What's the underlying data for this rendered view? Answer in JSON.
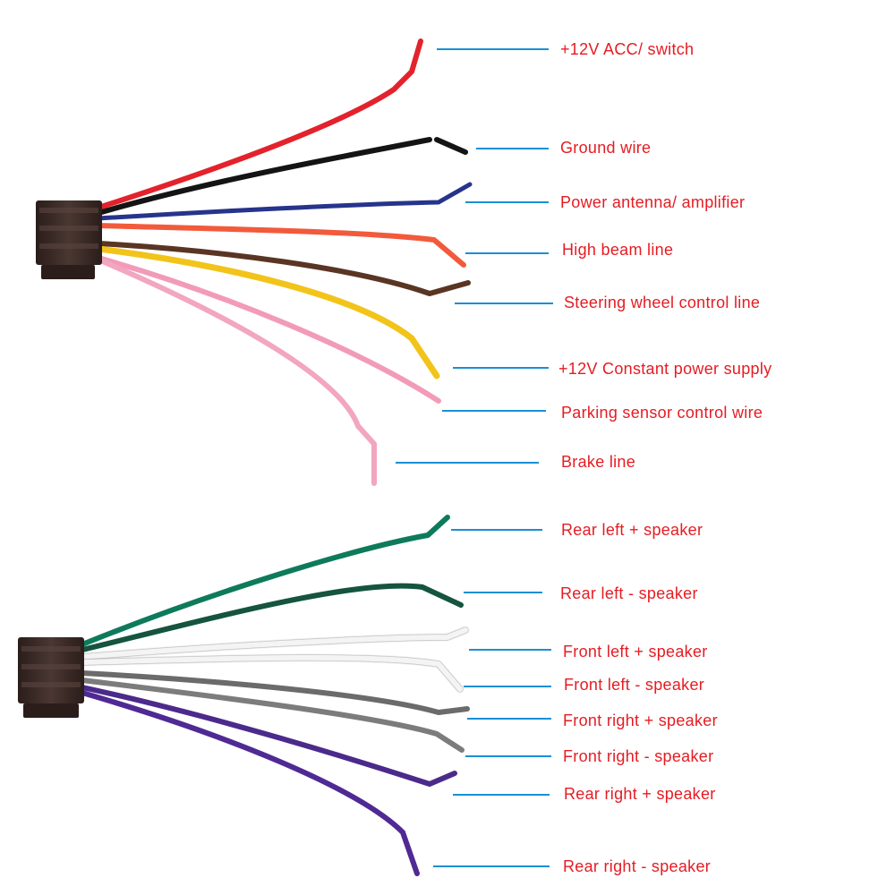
{
  "panels": [
    {
      "name": "power-harness",
      "wires": [
        {
          "label": "+12V ACC/ switch",
          "color": "#e3222c"
        },
        {
          "label": "Ground wire",
          "color": "#141414"
        },
        {
          "label": "Power antenna/ amplifier",
          "color": "#27348b"
        },
        {
          "label": "High beam line",
          "color": "#f25a3c"
        },
        {
          "label": "Steering wheel control line",
          "color": "#5a3524"
        },
        {
          "label": "+12V Constant power supply",
          "color": "#f2c41a"
        },
        {
          "label": "Parking sensor control wire",
          "color": "#f29bb8"
        },
        {
          "label": "Brake line",
          "color": "#f2a6bf"
        }
      ]
    },
    {
      "name": "speaker-harness",
      "wires": [
        {
          "label": "Rear left + speaker",
          "color": "#0e7a5c"
        },
        {
          "label": "Rear left - speaker",
          "color": "#15543f"
        },
        {
          "label": "Front left + speaker",
          "color": "#f4f4f4"
        },
        {
          "label": "Front left - speaker",
          "color": "#f4f4f4"
        },
        {
          "label": "Front right + speaker",
          "color": "#6b6b6b"
        },
        {
          "label": "Front right - speaker",
          "color": "#7c7c7c"
        },
        {
          "label": "Rear right + speaker",
          "color": "#4b2a8c"
        },
        {
          "label": "Rear right - speaker",
          "color": "#4f2a94"
        }
      ]
    }
  ],
  "colors": {
    "label_text": "#e51c23",
    "leader_line": "#1a8fd6",
    "connector": "#3a2a26"
  }
}
